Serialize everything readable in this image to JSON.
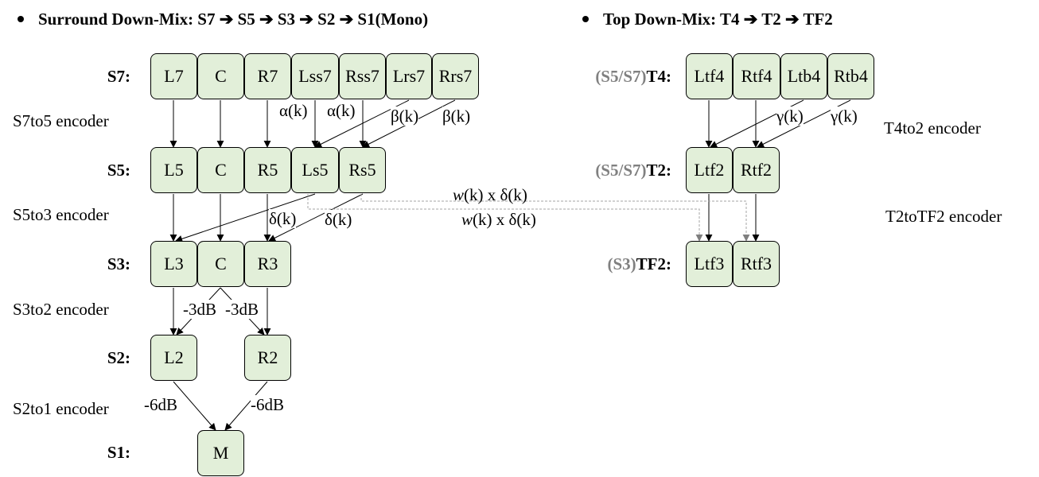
{
  "headings": {
    "surround": "Surround Down-Mix: S7 ➔ S5 ➔ S3 ➔ S2 ➔ S1(Mono)",
    "top": "Top Down-Mix: T4 ➔ T2 ➔ TF2"
  },
  "row_labels": {
    "s7": "S7:",
    "s5": "S5:",
    "s3": "S3:",
    "s2": "S2:",
    "s1": "S1:",
    "t4_prefix": "(S5/S7)",
    "t4": "T4:",
    "t2_prefix": "(S5/S7)",
    "t2": "T2:",
    "tf2_prefix": "(S3)",
    "tf2": "TF2:"
  },
  "encoders": {
    "s7to5": "S7to5 encoder",
    "s5to3": "S5to3 encoder",
    "s3to2": "S3to2 encoder",
    "s2to1": "S2to1 encoder",
    "t4to2": "T4to2 encoder",
    "t2totf2": "T2toTF2 encoder"
  },
  "channels": {
    "s7": [
      "L7",
      "C",
      "R7",
      "Lss7",
      "Rss7",
      "Lrs7",
      "Rrs7"
    ],
    "s5": [
      "L5",
      "C",
      "R5",
      "Ls5",
      "Rs5"
    ],
    "s3": [
      "L3",
      "C",
      "R3"
    ],
    "s2": [
      "L2",
      "R2"
    ],
    "s1": [
      "M"
    ],
    "t4": [
      "Ltf4",
      "Rtf4",
      "Ltb4",
      "Rtb4"
    ],
    "t2": [
      "Ltf2",
      "Rtf2"
    ],
    "tf2": [
      "Ltf3",
      "Rtf3"
    ]
  },
  "coefficients": {
    "alpha": "α(k)",
    "beta": "β(k)",
    "gamma": "γ(k)",
    "delta": "δ(k)",
    "w": "w",
    "wdelta_rest": "(k) x δ(k)",
    "minus3db": "-3dB",
    "minus6db": "-6dB"
  },
  "colors": {
    "box_fill": "#e2efd9",
    "gray_text": "#808080",
    "dashed_line": "#a6a6a6"
  }
}
